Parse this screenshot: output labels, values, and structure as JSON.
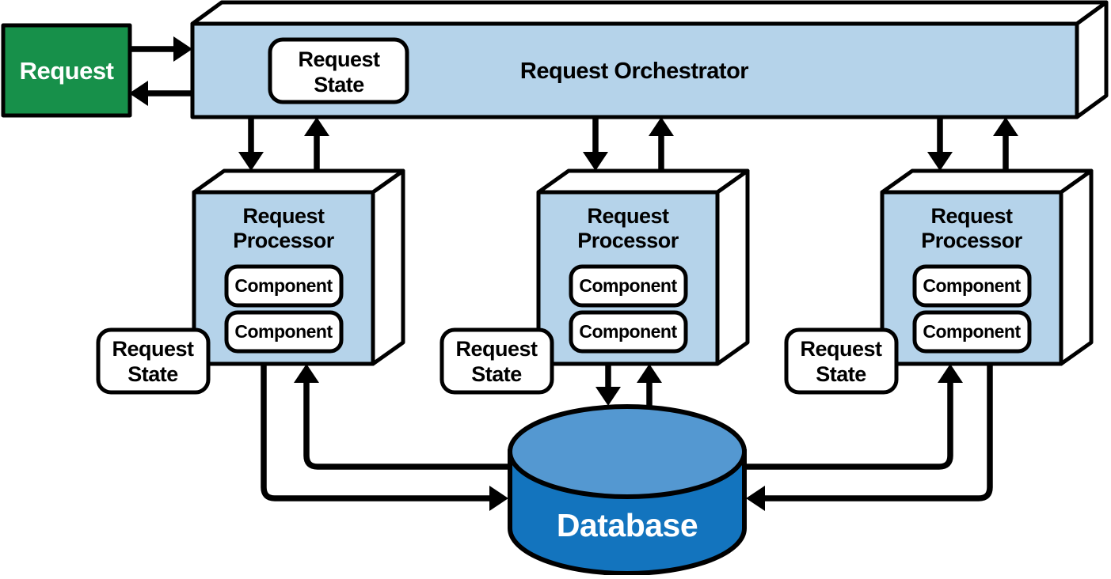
{
  "colors": {
    "box_fill": "#B5D3EA",
    "face_fill": "#FFFFFF",
    "request_fill": "#17904A",
    "db_top_fill": "#5498D1",
    "db_body_fill": "#1374BE",
    "outline": "#000000"
  },
  "request_box": {
    "label": "Request"
  },
  "orchestrator": {
    "label": "Request Orchestrator",
    "state_box": {
      "line1": "Request",
      "line2": "State"
    }
  },
  "processors": [
    {
      "title": {
        "line1": "Request",
        "line2": "Processor"
      },
      "components": [
        "Component",
        "Component"
      ],
      "state": {
        "line1": "Request",
        "line2": "State"
      }
    },
    {
      "title": {
        "line1": "Request",
        "line2": "Processor"
      },
      "components": [
        "Component",
        "Component"
      ],
      "state": {
        "line1": "Request",
        "line2": "State"
      }
    },
    {
      "title": {
        "line1": "Request",
        "line2": "Processor"
      },
      "components": [
        "Component",
        "Component"
      ],
      "state": {
        "line1": "Request",
        "line2": "State"
      }
    }
  ],
  "database": {
    "label": "Database"
  }
}
